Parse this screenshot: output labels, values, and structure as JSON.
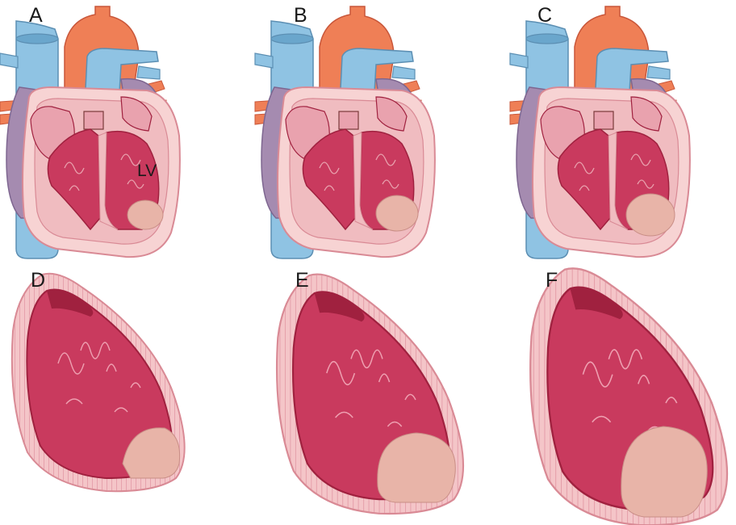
{
  "panels": [
    {
      "label": "A",
      "view": "heart",
      "lesion": 0.0
    },
    {
      "label": "B",
      "view": "heart",
      "lesion": 0.5
    },
    {
      "label": "C",
      "view": "heart",
      "lesion": 1.0
    },
    {
      "label": "D",
      "view": "ventricle",
      "lesion": 0.0
    },
    {
      "label": "E",
      "view": "ventricle",
      "lesion": 0.5
    },
    {
      "label": "F",
      "view": "ventricle",
      "lesion": 1.0
    }
  ],
  "annotation": "LV",
  "colors": {
    "vein": "#8fc3e3",
    "vein_dark": "#5c8fb3",
    "aorta": "#ef7f56",
    "aorta_dark": "#c9573a",
    "atrium": "#a58bb0",
    "atrium_dark": "#7e6690",
    "wall": "#f7d3d3",
    "wall_edge": "#d98a95",
    "muscle": "#c93a5e",
    "muscle_dark": "#a0213f",
    "chamber_pink": "#e9a2ae",
    "scar": "#e8b4a8",
    "outline": "#5a3a3a"
  }
}
